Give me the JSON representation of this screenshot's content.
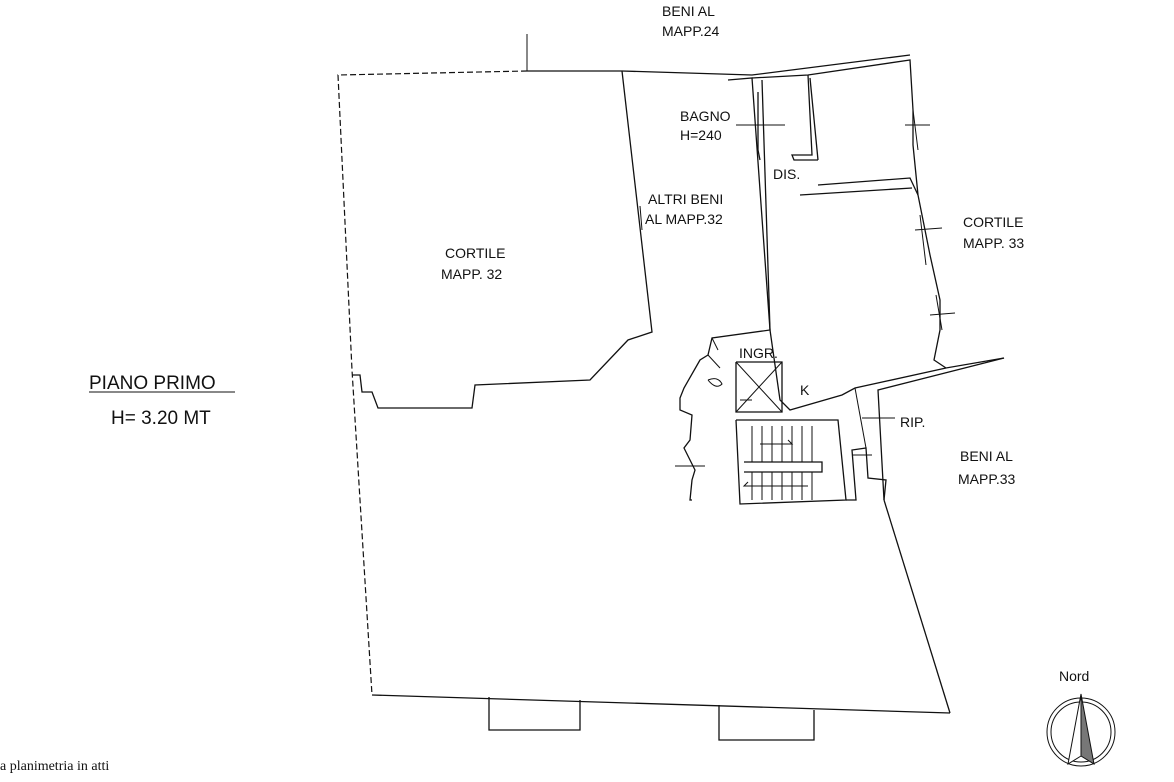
{
  "labels": {
    "beni_mapp24_l1": "BENI AL",
    "beni_mapp24_l2": "MAPP.24",
    "bagno": "BAGNO",
    "bagno_h": "H=240",
    "dis": "DIS.",
    "altri_beni_l1": "ALTRI BENI",
    "altri_beni_l2": "AL MAPP.32",
    "cortile32_l1": "CORTILE",
    "cortile32_l2": "MAPP. 32",
    "cortile33_l1": "CORTILE",
    "cortile33_l2": "MAPP. 33",
    "ingr": "INGR.",
    "k": "K",
    "rip": "RIP.",
    "beni_mapp33_l1": "BENI AL",
    "beni_mapp33_l2": "MAPP.33",
    "piano_primo": "PIANO PRIMO",
    "height": "H= 3.20 MT",
    "nord": "Nord"
  },
  "footer": {
    "text": "a planimetria in atti"
  },
  "colors": {
    "line": "#111111",
    "background": "#ffffff"
  },
  "icons": {
    "north_arrow": "compass-north-icon"
  }
}
